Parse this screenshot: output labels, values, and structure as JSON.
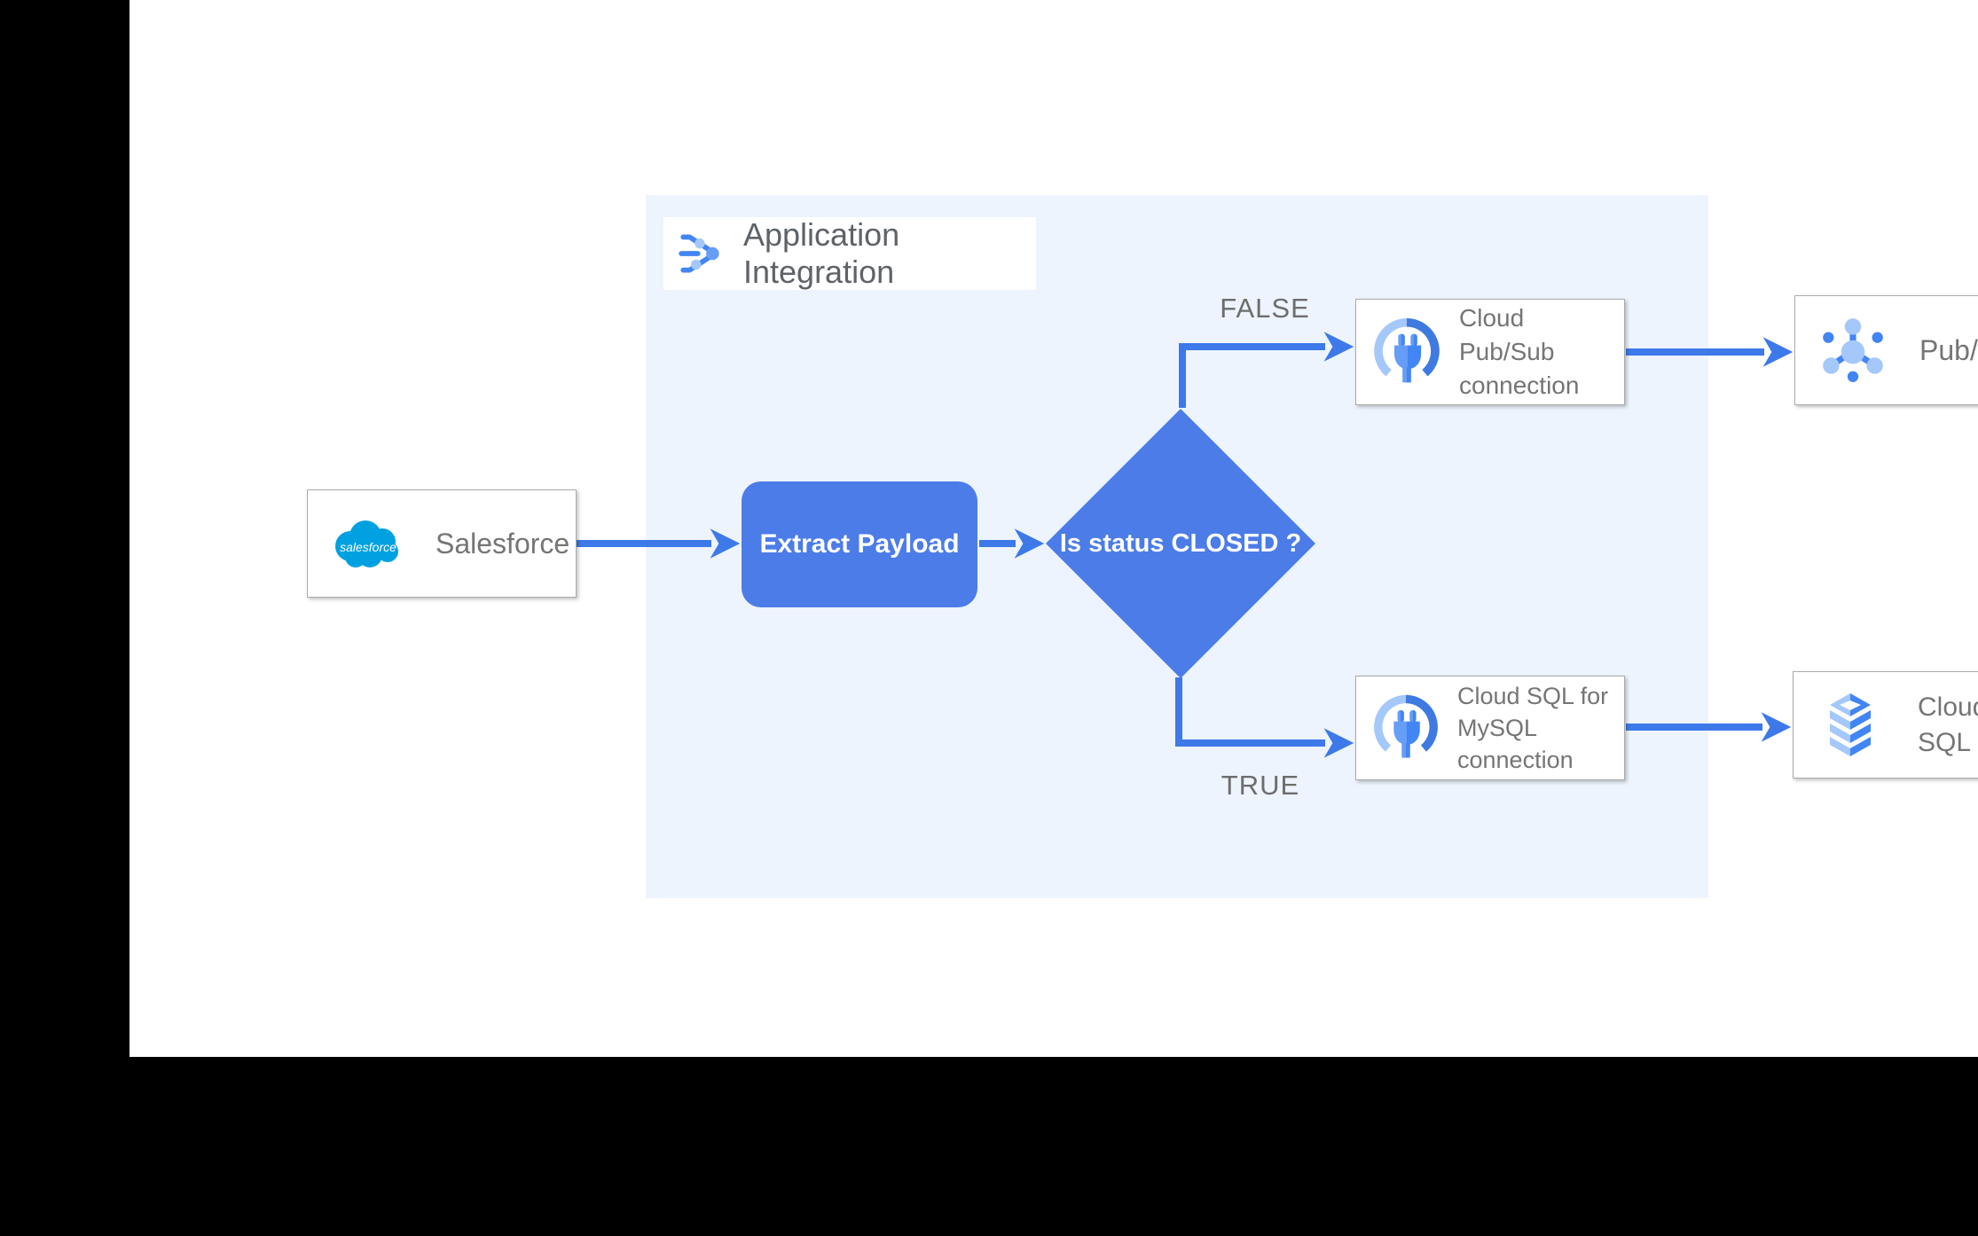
{
  "app": {
    "title": "Application Integration"
  },
  "nodes": {
    "salesforce": {
      "label": "Salesforce",
      "logo_text": "salesforce"
    },
    "extract_payload": {
      "label": "Extract Payload"
    },
    "decision": {
      "label": "Is status CLOSED ?"
    },
    "pubsub_connection": {
      "lines": [
        "Cloud Pub/Sub",
        "connection"
      ]
    },
    "pubsub": {
      "label": "Pub/Sub"
    },
    "cloudsql_connection": {
      "lines": [
        "Cloud SQL for",
        "MySQL",
        "connection"
      ]
    },
    "cloudsql": {
      "lines": [
        "Cloud",
        "SQL"
      ]
    }
  },
  "edges": {
    "false_label": "FALSE",
    "true_label": "TRUE"
  },
  "colors": {
    "node_blue": "#4b7ce8",
    "arrow_blue": "#3d79e8",
    "panel_bg": "#edf4fd",
    "icon_blue_dark": "#4285f4",
    "icon_blue_medium": "#669df6",
    "icon_blue_light": "#a5c8fa",
    "salesforce_blue": "#00a1e0",
    "label_gray": "#757575"
  }
}
